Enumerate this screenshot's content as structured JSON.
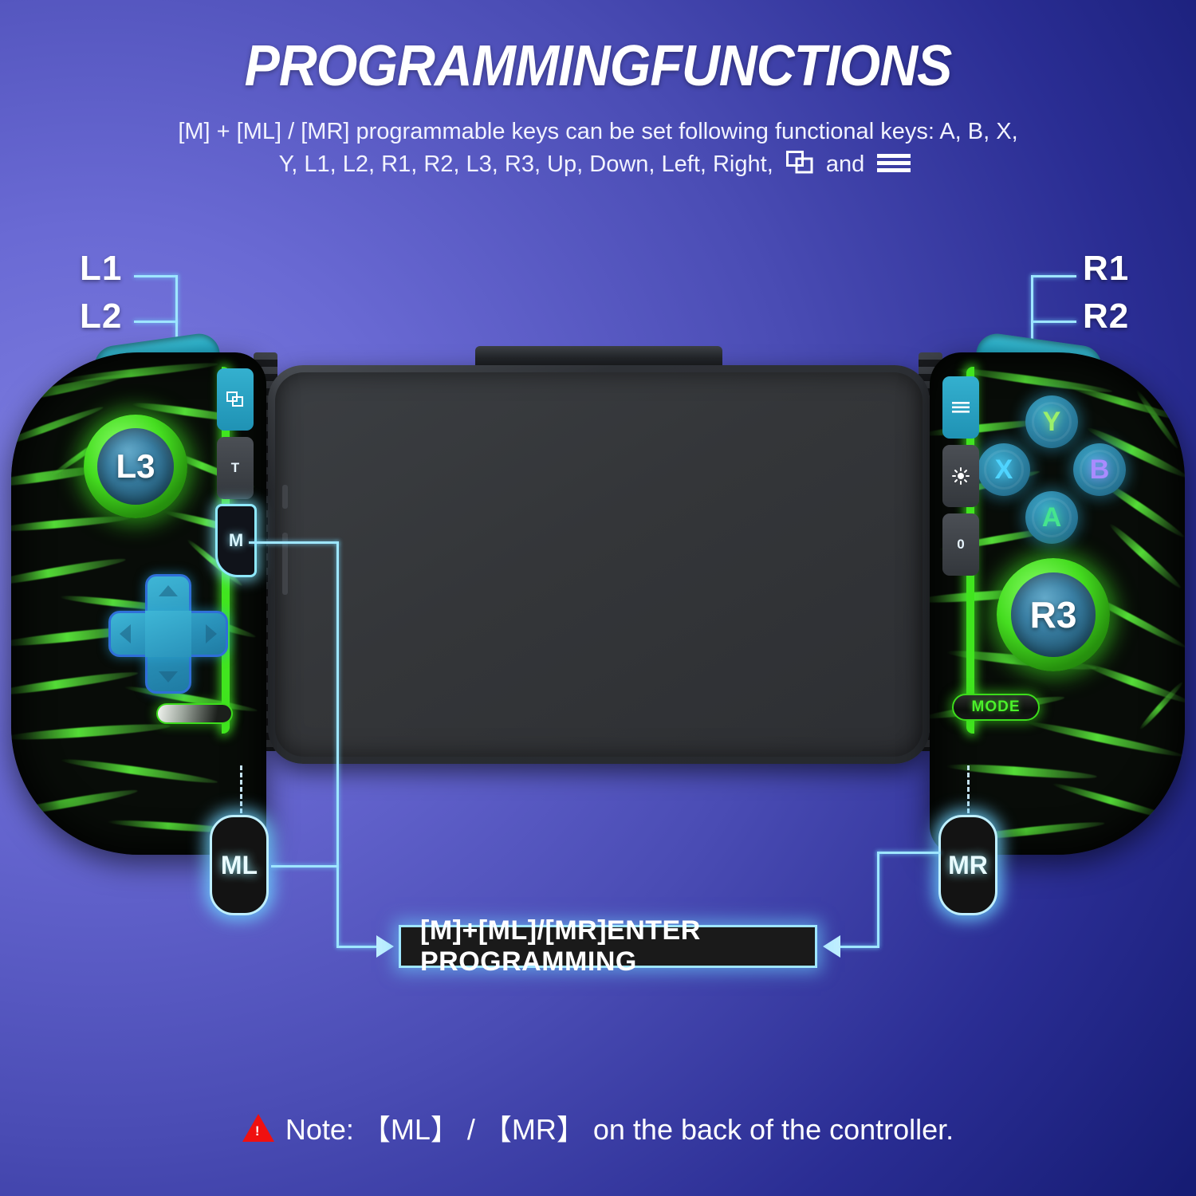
{
  "header": {
    "title": "PROGRAMMINGFUNCTIONS",
    "subtitle_line1": "[M] + [ML] / [MR] programmable keys can be set following functional keys: A, B, X,",
    "subtitle_line2_a": "Y, L1, L2, R1, R2, L3, R3, Up, Down, Left, Right,",
    "subtitle_line2_b": "and",
    "icon_capture": "screenshot-icon",
    "icon_menu": "menu-icon"
  },
  "callouts": {
    "l1": "L1",
    "l2": "L2",
    "r1": "R1",
    "r2": "R2",
    "ml": "ML",
    "mr": "MR"
  },
  "controller": {
    "left_stick": "L3",
    "right_stick": "R3",
    "face_buttons": [
      {
        "label": "Y",
        "color": "#9bf06a"
      },
      {
        "label": "X",
        "color": "#4fd4ff"
      },
      {
        "label": "B",
        "color": "#a98bff"
      },
      {
        "label": "A",
        "color": "#45e58e"
      }
    ],
    "left_side_buttons": [
      {
        "label": "",
        "icon": "screenshot-icon",
        "style": "teal"
      },
      {
        "label": "T",
        "icon": "",
        "style": "dark"
      }
    ],
    "m_button": "M",
    "right_side_buttons": [
      {
        "label": "",
        "icon": "menu-icon",
        "style": "teal"
      },
      {
        "label": "",
        "icon": "brightness-icon",
        "style": "dark"
      },
      {
        "label": "0",
        "icon": "",
        "style": "dark"
      }
    ],
    "mode_button": "MODE",
    "dpad": "dpad-control"
  },
  "banner": {
    "text": "[M]+[ML]/[MR]ENTER PROGRAMMING"
  },
  "note": {
    "text": "Note:  【ML】 / 【MR】   on the back of the controller.",
    "icon": "warning-triangle-icon"
  },
  "colors": {
    "bg_light": "#7d7de0",
    "bg_dark": "#121766",
    "accent_cyan": "#9fe6ff",
    "accent_green": "#41e51f",
    "accent_teal": "#2aa3c4",
    "warning_red": "#f01010"
  }
}
